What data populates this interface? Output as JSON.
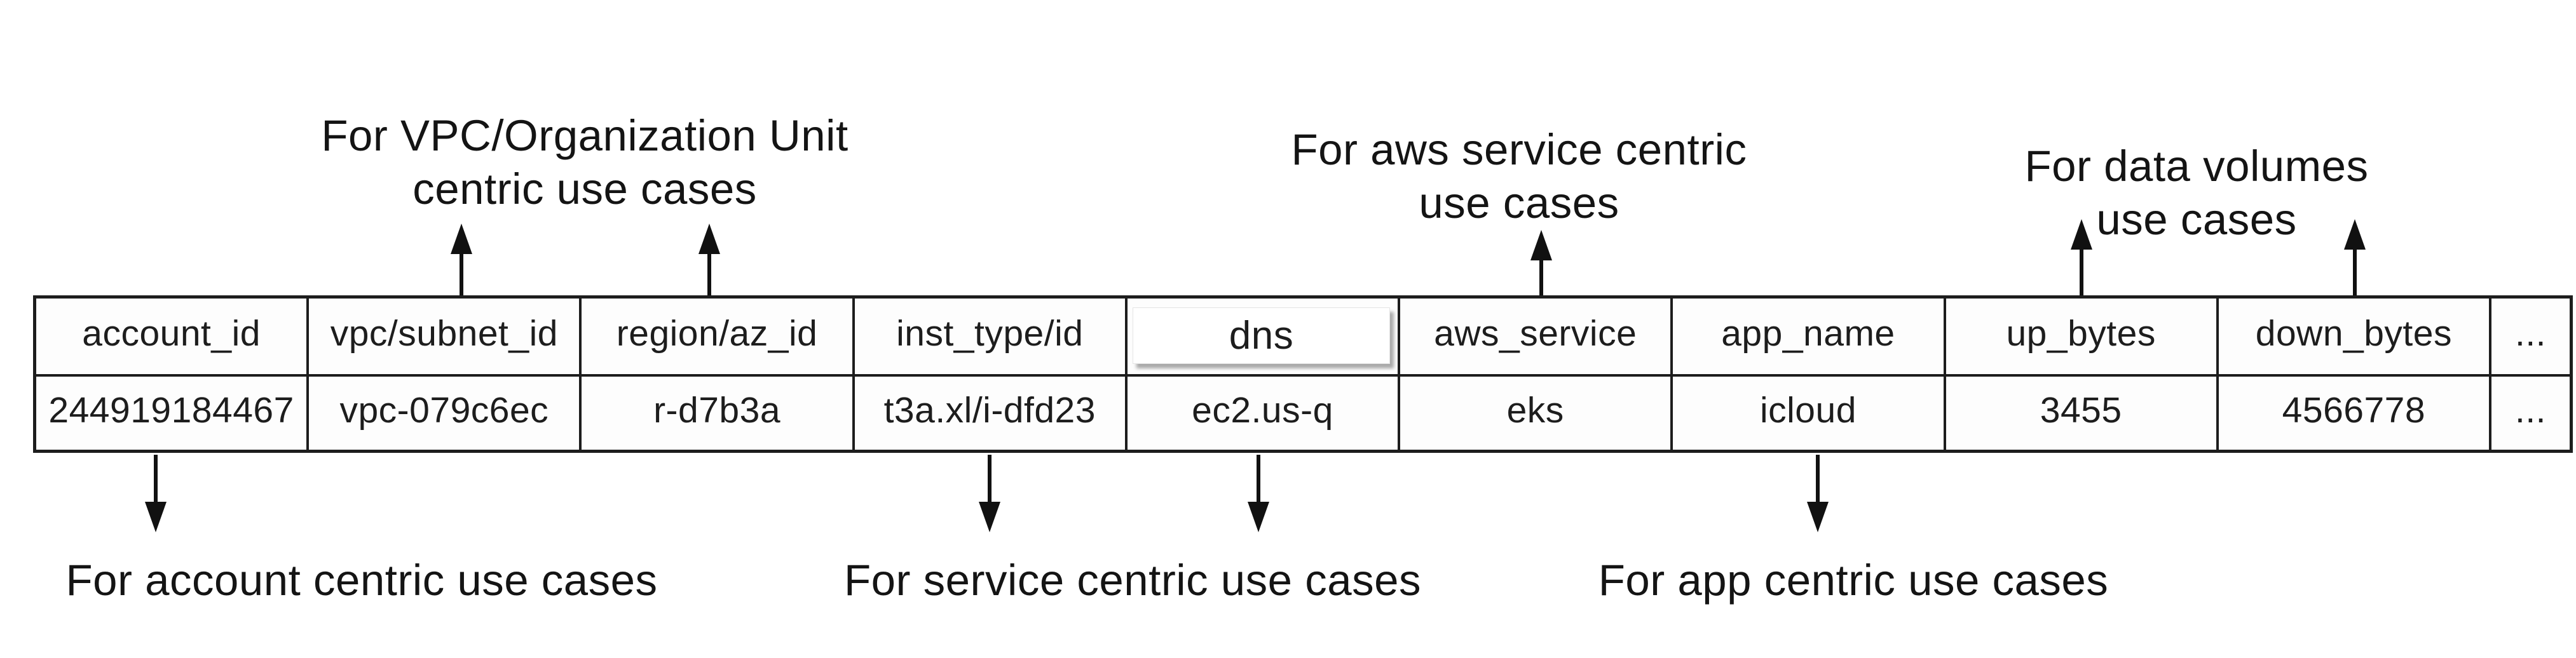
{
  "table": {
    "columns": [
      "account_id",
      "vpc/subnet_id",
      "region/az_id",
      "inst_type/id",
      "dns",
      "aws_service",
      "app_name",
      "up_bytes",
      "down_bytes",
      "..."
    ],
    "row": [
      "244919184467",
      "vpc-079c6ec",
      "r-d7b3a",
      "t3a.xl/i-dfd23",
      "ec2.us-q",
      "eks",
      "icloud",
      "3455",
      "4566778",
      "..."
    ]
  },
  "annotations": {
    "top": {
      "vpc_ou": "For VPC/Organization Unit\ncentric use cases",
      "aws_service": "For aws service centric\nuse cases",
      "data_volumes": "For data volumes use cases"
    },
    "bottom": {
      "account": "For account centric use cases",
      "service": "For service centric use cases",
      "app": "For app centric use cases"
    }
  },
  "colors": {
    "ink": "#1d1d1d",
    "background": "#ffffff"
  }
}
